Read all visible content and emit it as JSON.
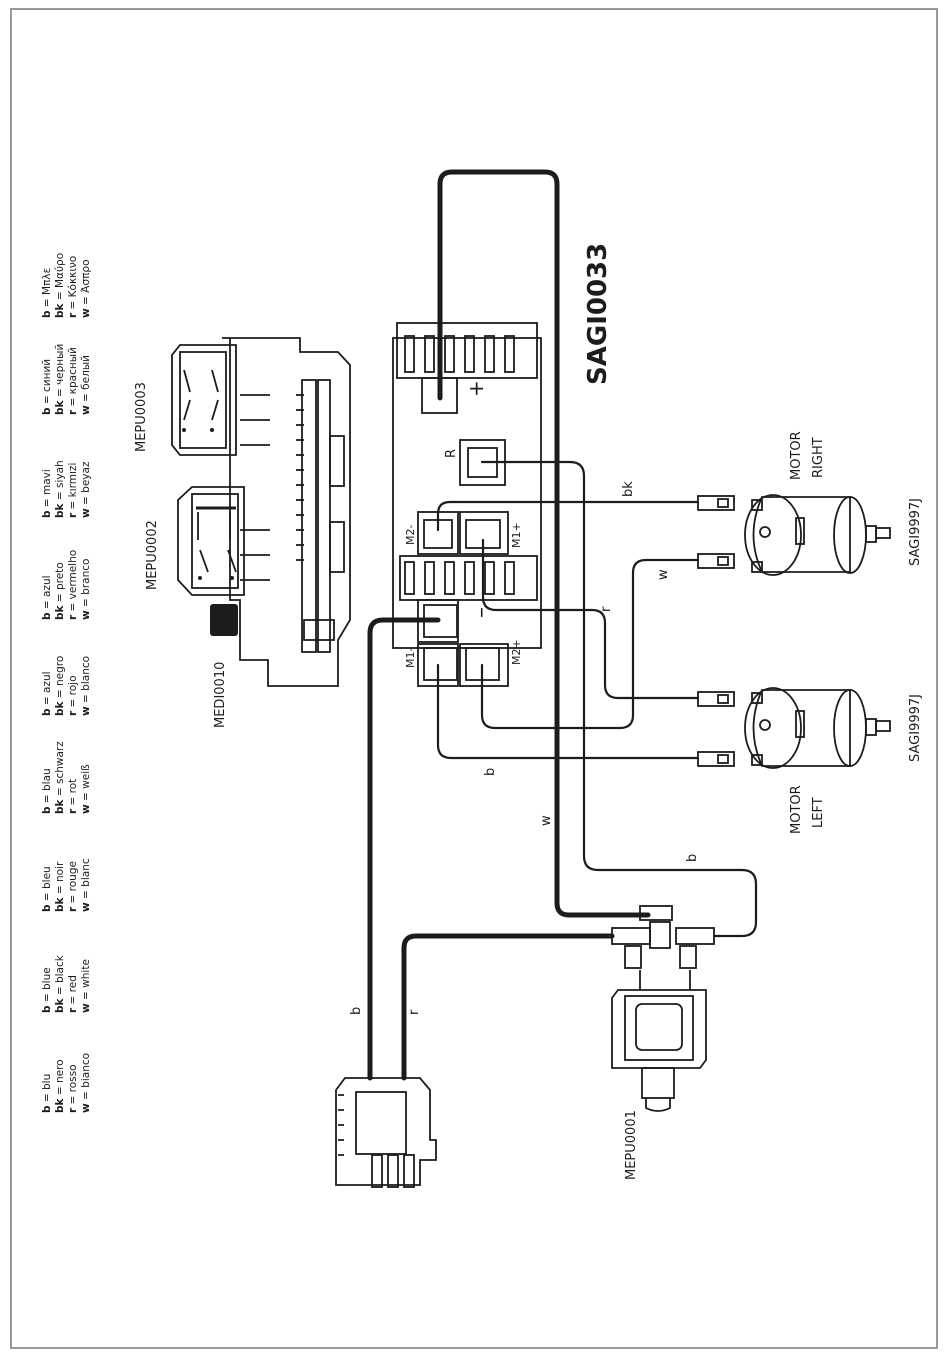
{
  "title": "SAGI0033",
  "parts": {
    "controller_plus": "+",
    "controller_minus": "–",
    "relay": "R",
    "m2_minus": "M2-",
    "m1_plus": "M1+",
    "m1_minus": "M1-",
    "m2_plus": "M2+",
    "switch_top": "MEPU0003",
    "switch_mid": "MEPU0002",
    "switch_bottom": "MEDI0010",
    "pedal": "MEPU0001",
    "motor_right_1": "MOTOR",
    "motor_right_2": "RIGHT",
    "motor_right_code": "SAGI9997J",
    "motor_left_1": "MOTOR",
    "motor_left_2": "LEFT",
    "motor_left_code": "SAGI9997J"
  },
  "wire_labels": {
    "bk": "bk",
    "w_motor": "w",
    "r_mid": "r",
    "b_mid": "b",
    "w_long": "w",
    "b_right": "b",
    "b_battery": "b",
    "r_battery": "r"
  },
  "legend": [
    {
      "b": "Μπλε",
      "bk": "Μαύρο",
      "r": "Κόκκινο",
      "w": "Άσπρο"
    },
    {
      "b": "синий",
      "bk": "черный",
      "r": "красный",
      "w": "белый"
    },
    {
      "b": "mavi",
      "bk": "siyah",
      "r": "kırmızi",
      "w": "beyaz"
    },
    {
      "b": "azul",
      "bk": "preto",
      "r": "vermelho",
      "w": "branco"
    },
    {
      "b": "azul",
      "bk": "negro",
      "r": "rojo",
      "w": "blanco"
    },
    {
      "b": "blau",
      "bk": "schwarz",
      "r": "rot",
      "w": "weiß"
    },
    {
      "b": "bleu",
      "bk": "noir",
      "r": "rouge",
      "w": "blanc"
    },
    {
      "b": "blue",
      "bk": "black",
      "r": "red",
      "w": "white"
    },
    {
      "b": "blu",
      "bk": "nero",
      "r": "rosso",
      "w": "bianco"
    }
  ],
  "legend_keys": {
    "b": "b",
    "bk": "bk",
    "r": "r",
    "w": "w",
    "eq": " = "
  }
}
